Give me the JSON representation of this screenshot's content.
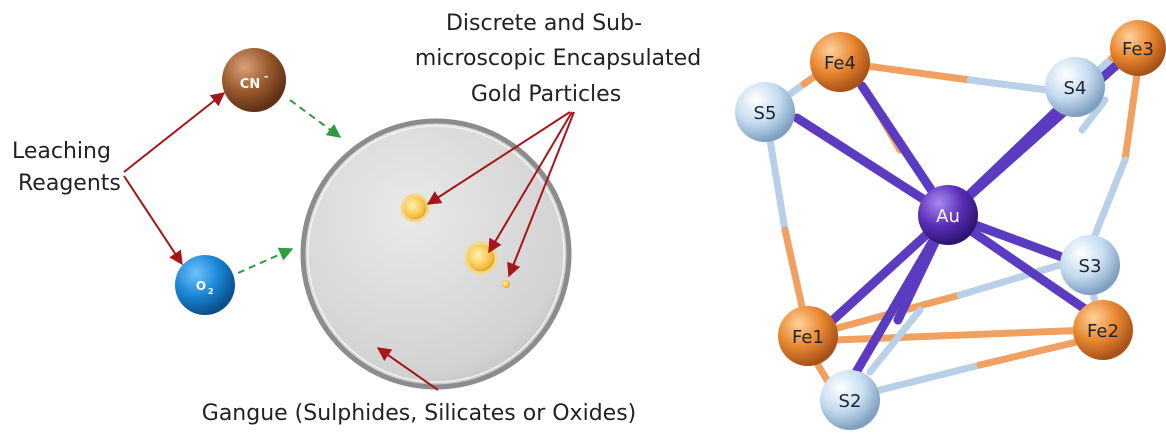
{
  "left_diagram": {
    "leaching_label_line1": "Leaching",
    "leaching_label_line2": "Reagents",
    "cn_label": "CN",
    "cn_superscript": "-",
    "o2_label": "O",
    "o2_subscript": "2",
    "gold_label_line1": "Discrete and Sub-",
    "gold_label_line2": "microscopic Encapsulated",
    "gold_label_line3": "Gold Particles",
    "gangue_label": "Gangue (Sulphides, Silicates or Oxides)",
    "colors": {
      "cn_sphere": "#9a5a2e",
      "o2_sphere": "#1a86d6",
      "gangue_fill": "#d6d6d6",
      "gold": "#f6c24a",
      "arrow_red": "#a4161a",
      "arrow_green": "#2e9c3f"
    }
  },
  "cluster": {
    "atoms": {
      "au": "Au",
      "fe1": "Fe1",
      "fe2": "Fe2",
      "fe3": "Fe3",
      "fe4": "Fe4",
      "s2": "S2",
      "s3": "S3",
      "s4": "S4",
      "s5": "S5"
    },
    "colors": {
      "au": "#5a2fb8",
      "fe": "#e8862f",
      "s": "#b8d2ea",
      "bond_au": "#5b3bc0"
    }
  }
}
